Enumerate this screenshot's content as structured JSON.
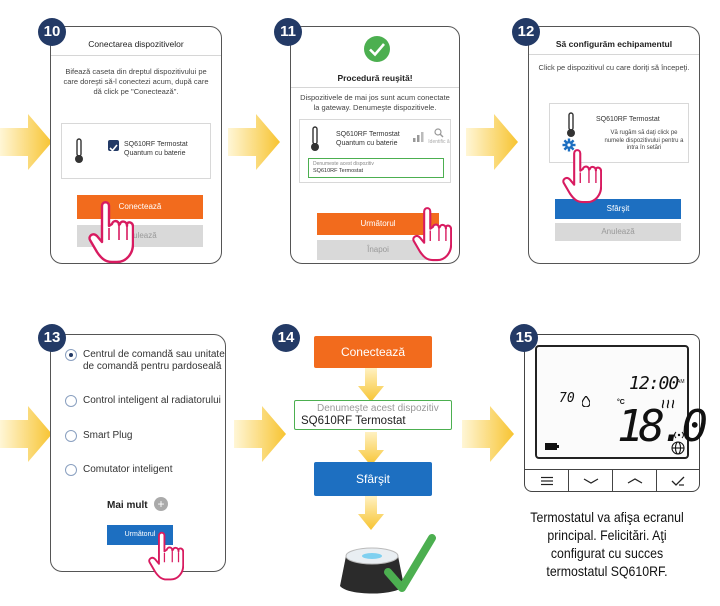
{
  "steps": {
    "s10": {
      "number": "10",
      "title": "Conectarea dispozitivelor",
      "instruction": "Bifează caseta din dreptul dispozitivului pe care doreşti să-l conectezi acum, după care dă click pe \"Conectează\".",
      "device_name": "SQ610RF Termostat Quantum cu baterie",
      "connect_label": "Conectează",
      "cancel_label": "Anulează"
    },
    "s11": {
      "number": "11",
      "title": "Procedură reuşită!",
      "info": "Dispozitivele de mai jos sunt acum conectate la gateway. Denumeşte dispozitivele.",
      "device_name": "SQ610RF Termostat Quantum cu baterie",
      "identify_label": "Identific ă",
      "rename_label": "Denumeste acest dispozitiv",
      "rename_value": "SQ610RF Termostat",
      "next_label": "Următorul",
      "back_label": "Înapoi"
    },
    "s12": {
      "number": "12",
      "title": "Să configurăm echipamentul",
      "instruction": "Click pe dispozitivul cu care doriţi să începeţi.",
      "device_name": "SQ610RF Termostat",
      "hint": "Vă rugăm să daţi click pe numele dispozitivului pentru a intra în setări",
      "finish_label": "Sfârşit",
      "cancel_label": "Anulează"
    },
    "s13": {
      "number": "13",
      "options": [
        "Centrul de comandă sau unitate de comandă pentru pardoseală",
        "Control inteligent al radiatorului",
        "Smart Plug",
        "Comutator inteligent"
      ],
      "more_label": "Mai mult",
      "next_label": "Următorul"
    },
    "s14": {
      "number": "14",
      "connect_label": "Conectează",
      "rename_label": "Denumeşte acest dispozitiv",
      "rename_value": "SQ610RF Termostat",
      "finish_label": "Sfârşit"
    },
    "s15": {
      "number": "15",
      "time": "12:00",
      "am": "AM",
      "humidity": "70",
      "temperature": "18.0",
      "unit": "°C",
      "caption": "Termostatul va afişa ecranul principal. Felicitări. Aţi configurat cu succes termostatul SQ610RF."
    }
  },
  "colors": {
    "badge": "#233a66",
    "arrow": "#f7c431",
    "orange": "#f26b1d",
    "blue": "#1d6fc1",
    "green": "#4caf50"
  }
}
